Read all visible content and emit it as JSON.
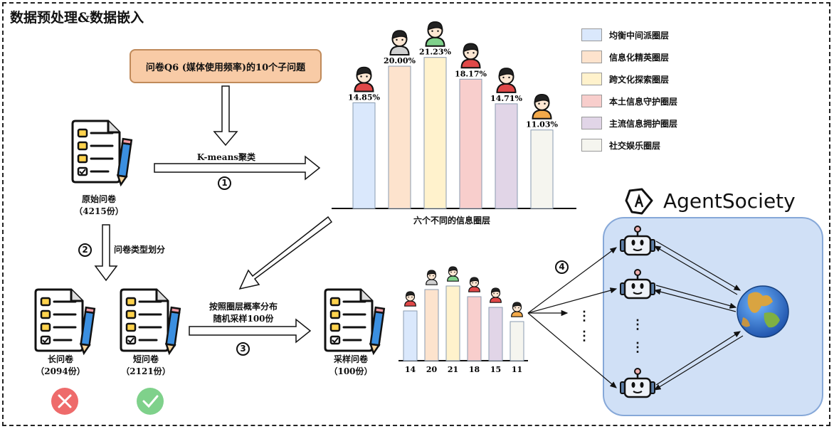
{
  "title": "数据预处理&数据嵌入",
  "q6_box": "问卷Q6 (媒体使用频率)的10个子问题",
  "raw_survey": {
    "name": "原始问卷",
    "count": "（4215份）"
  },
  "long_survey": {
    "name": "长问卷",
    "count": "（2094份）"
  },
  "short_survey": {
    "name": "短问卷",
    "count": "（2121份）"
  },
  "sampled_survey": {
    "name": "采样问卷",
    "count": "（100份）"
  },
  "steps": {
    "kmeans": "K-means聚类",
    "split": "问卷类型划分",
    "sample_line1": "按照圈层概率分布",
    "sample_line2": "随机采样100份",
    "n1": "1",
    "n2": "2",
    "n3": "3",
    "n4": "4"
  },
  "chart_data": [
    {
      "type": "bar",
      "xlabel": "六个不同的信息圈层",
      "categories": [
        "均衡中间派圈层",
        "信息化精英圈层",
        "跨文化探索圈层",
        "本土信息守护圈层",
        "主流信息拥护圈层",
        "社交娱乐圈层"
      ],
      "values": [
        14.85,
        20.0,
        21.23,
        18.17,
        14.71,
        11.03
      ],
      "labels": [
        "14.85%",
        "20.00%",
        "21.23%",
        "18.17%",
        "14.71%",
        "11.03%"
      ],
      "colors": [
        "#dae8fc",
        "#fde3cd",
        "#fff2cc",
        "#f8cecc",
        "#e1d5e7",
        "#f5f5ef"
      ]
    },
    {
      "type": "bar",
      "categories": [
        "均衡中间派圈层",
        "信息化精英圈层",
        "跨文化探索圈层",
        "本土信息守护圈层",
        "主流信息拥护圈层",
        "社交娱乐圈层"
      ],
      "values": [
        14,
        20,
        21,
        18,
        15,
        11
      ],
      "labels": [
        "14",
        "20",
        "21",
        "18",
        "15",
        "11"
      ]
    }
  ],
  "legend": [
    {
      "label": "均衡中间派圈层",
      "color": "#dae8fc"
    },
    {
      "label": "信息化精英圈层",
      "color": "#fde3cd"
    },
    {
      "label": "跨文化探索圈层",
      "color": "#fff2cc"
    },
    {
      "label": "本土信息守护圈层",
      "color": "#f8cecc"
    },
    {
      "label": "主流信息拥护圈层",
      "color": "#e1d5e7"
    },
    {
      "label": "社交娱乐圈层",
      "color": "#f5f5ef"
    }
  ],
  "agent_society": "AgentSociety",
  "icons": {
    "survey": "survey-document-icon",
    "reject": "red-cross-icon",
    "accept": "green-check-icon",
    "robot": "robot-agent-icon",
    "globe": "earth-globe-icon",
    "logo": "agentsociety-logo-icon"
  }
}
